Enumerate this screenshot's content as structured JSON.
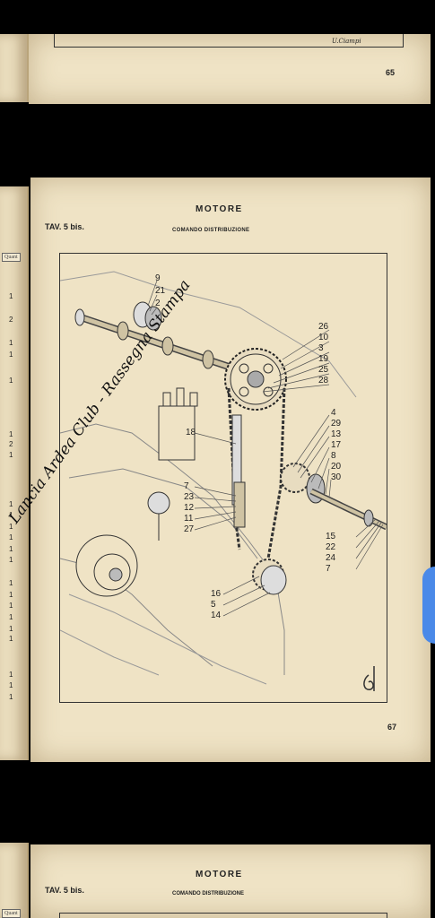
{
  "top_page": {
    "footer_note": "U.Ciampi",
    "page_number": "65"
  },
  "middle_page": {
    "header": "MOTORE",
    "table_label": "TAV. 5 bis.",
    "subheader": "COMANDO DISTRIBUZIONE",
    "page_number": "67",
    "left_column_header": "Quant",
    "left_column_values": [
      "1",
      "2",
      "1",
      "1",
      "1",
      "1",
      "2",
      "1",
      "1",
      "1",
      "1",
      "1",
      "1",
      "1",
      "1",
      "1",
      "1",
      "1",
      "1",
      "1",
      "1",
      "1",
      "1",
      "1",
      "1"
    ],
    "callouts_top": [
      "9",
      "21",
      "2"
    ],
    "callouts_right_upper": [
      "26",
      "10",
      "3",
      "19",
      "25",
      "28"
    ],
    "callouts_right_middle": [
      "4",
      "29",
      "13",
      "17",
      "8",
      "20",
      "30"
    ],
    "callout_left_18": "18",
    "callouts_left_middle": [
      "7",
      "23",
      "12",
      "11",
      "27"
    ],
    "callouts_right_lower": [
      "15",
      "22",
      "24",
      "7"
    ],
    "callouts_bottom": [
      "16",
      "5",
      "14"
    ],
    "watermark": "Lancia Ardea Club - Rassegna Stampa"
  },
  "bottom_page": {
    "left_column_header": "Quant",
    "header": "MOTORE",
    "table_label": "TAV. 5 bis.",
    "subheader": "COMANDO DISTRIBUZIONE"
  },
  "colors": {
    "paper": "#efe3c5",
    "background": "#000000",
    "scroll_tab": "#4a89e8"
  }
}
